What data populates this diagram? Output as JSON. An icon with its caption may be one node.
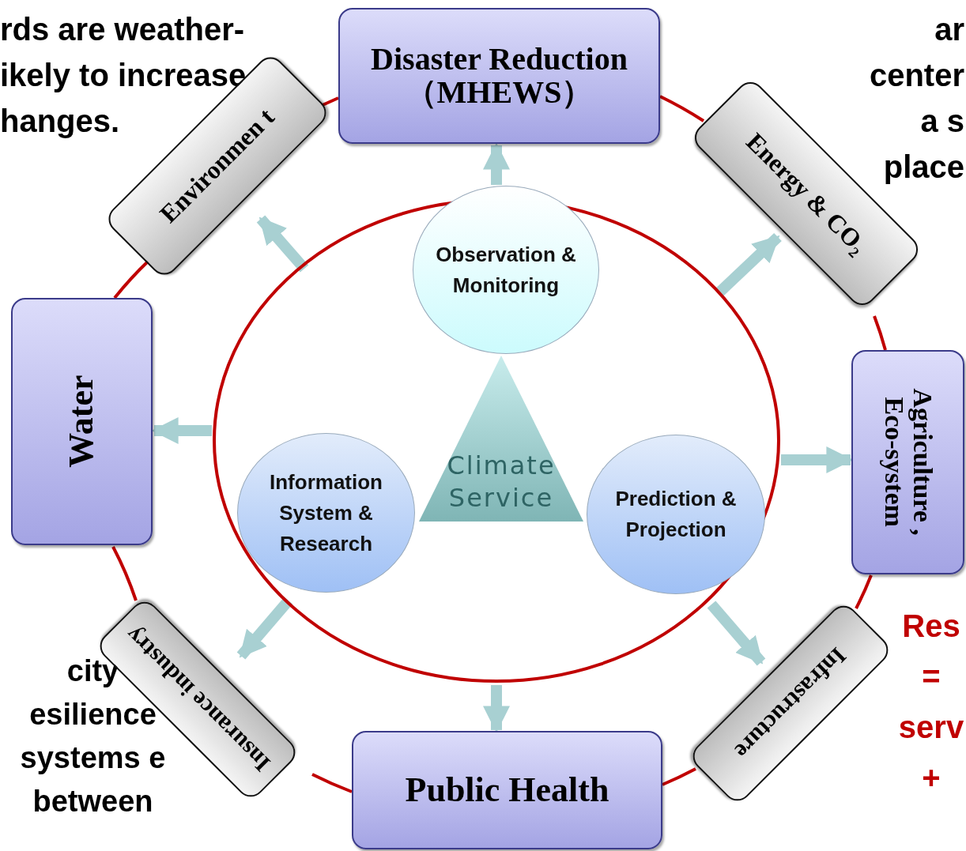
{
  "diagram": {
    "nodes": [
      {
        "text": [
          "Disaster Reduction（MHEWS）"
        ]
      },
      {
        "text": [
          "Environmen t"
        ]
      },
      {
        "text": [
          "Energy & CO₂"
        ]
      },
      {
        "text": [
          "Water"
        ]
      },
      {
        "text": [
          "Agriculture , Eco-system"
        ]
      },
      {
        "text": [
          "Insurance industry"
        ]
      },
      {
        "text": [
          "Infrastructure"
        ]
      },
      {
        "text": [
          "Public Health"
        ]
      },
      {
        "text": [],
        "shape": "circle"
      },
      {
        "text": [
          "Observation & Monitoring"
        ],
        "in": 8
      },
      {
        "text": [
          "Information System & Research"
        ],
        "in": 8
      },
      {
        "text": [
          "Climate Service"
        ],
        "in": 8
      },
      {
        "text": [
          "Prediction & Projection"
        ],
        "in": 8
      }
    ],
    "edges": [
      {
        "from": 9,
        "to": 0,
        "arrow": "to",
        "style": "thick",
        "color": "#a8d0d2"
      },
      {
        "from": 8,
        "to": 1,
        "arrow": "to",
        "style": "thick",
        "color": "#a8d0d2"
      },
      {
        "from": 8,
        "to": 2,
        "arrow": "to",
        "style": "thick",
        "color": "#a8d0d2"
      },
      {
        "from": 8,
        "to": 3,
        "arrow": "to",
        "style": "thick",
        "color": "#a8d0d2"
      },
      {
        "from": 8,
        "to": 4,
        "arrow": "to",
        "style": "thick",
        "color": "#a8d0d2"
      },
      {
        "from": 8,
        "to": 5,
        "arrow": "to",
        "style": "thick",
        "color": "#a8d0d2"
      },
      {
        "from": 8,
        "to": 6,
        "arrow": "to",
        "style": "thick",
        "color": "#a8d0d2"
      },
      {
        "from": 8,
        "to": 7,
        "arrow": "to",
        "style": "thick",
        "color": "#a8d0d2"
      },
      {
        "from": 0,
        "to": 2,
        "arrow": "none",
        "color": "#c00000"
      },
      {
        "from": 2,
        "to": 4,
        "arrow": "none",
        "color": "#c00000"
      },
      {
        "from": 4,
        "to": 6,
        "arrow": "none",
        "color": "#c00000"
      },
      {
        "from": 6,
        "to": 7,
        "arrow": "none",
        "color": "#c00000"
      },
      {
        "from": 7,
        "to": 5,
        "arrow": "none",
        "color": "#c00000"
      },
      {
        "from": 5,
        "to": 3,
        "arrow": "none",
        "color": "#c00000"
      },
      {
        "from": 3,
        "to": 1,
        "arrow": "none",
        "color": "#c00000"
      },
      {
        "from": 1,
        "to": 0,
        "arrow": "none",
        "color": "#c00000"
      }
    ],
    "labels": [
      "rds are weather- ikely to increase hanges.",
      "ar center a s place",
      "city esilience systems e between",
      "Res = serv +"
    ]
  }
}
